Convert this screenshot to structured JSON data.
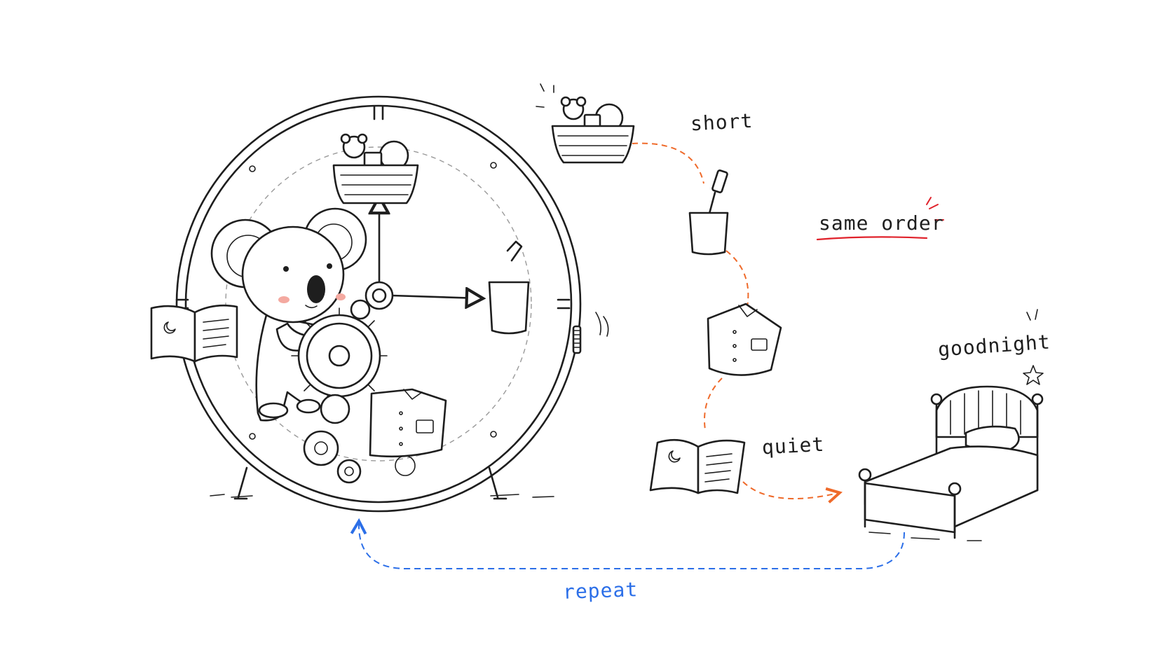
{
  "labels": {
    "short": "short",
    "same_order": "same order",
    "goodnight": "goodnight",
    "quiet": "quiet",
    "repeat": "repeat"
  },
  "colors": {
    "ink": "#1e1e1e",
    "routine_path": "#ef6a2a",
    "repeat_loop": "#2c6fe8",
    "underline": "#e0222b",
    "background": "#ffffff"
  },
  "steps": [
    "toy-basket",
    "toothbrush-cup",
    "pajamas",
    "storybook",
    "bed"
  ],
  "icons": [
    "koala",
    "gear",
    "clock",
    "toy-basket",
    "toothbrush-cup",
    "pajamas",
    "storybook",
    "bed",
    "star"
  ]
}
